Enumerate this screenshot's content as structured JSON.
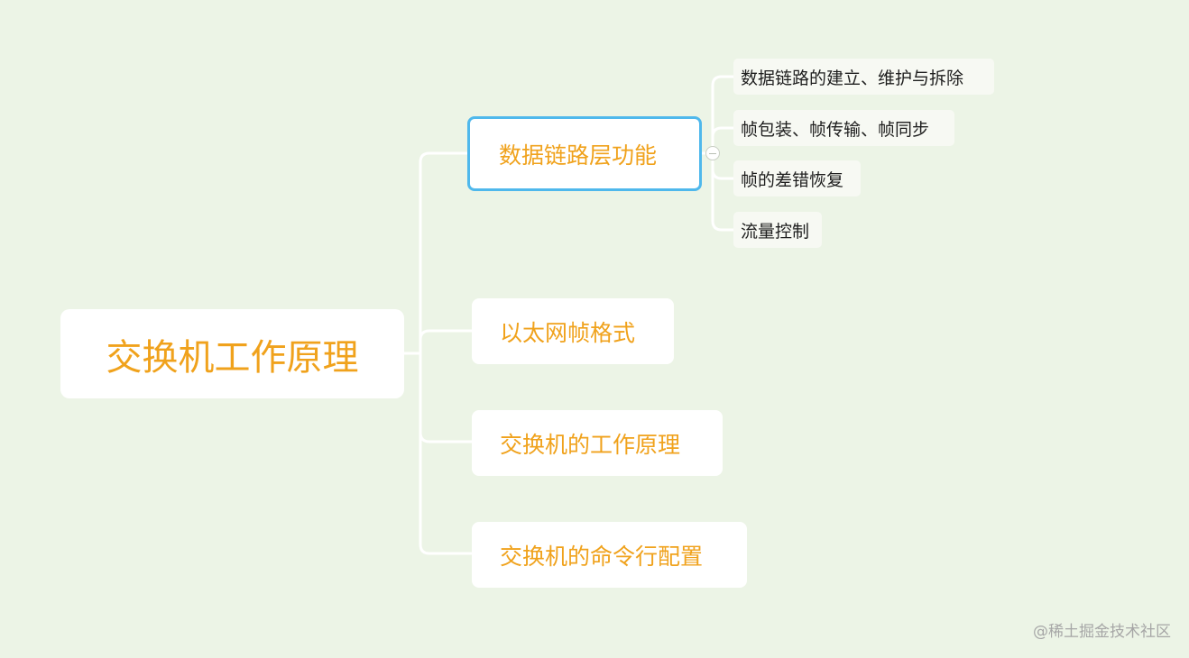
{
  "mindmap": {
    "root": "交换机工作原理",
    "branches": [
      {
        "label": "数据链路层功能",
        "selected": true,
        "children": [
          "数据链路的建立、维护与拆除",
          "帧包装、帧传输、帧同步",
          "帧的差错恢复",
          "流量控制"
        ]
      },
      {
        "label": "以太网帧格式",
        "selected": false,
        "children": []
      },
      {
        "label": "交换机的工作原理",
        "selected": false,
        "children": []
      },
      {
        "label": "交换机的命令行配置",
        "selected": false,
        "children": []
      }
    ]
  },
  "watermark": "@稀土掘金技术社区",
  "colors": {
    "background": "#ecf4e6",
    "topic_text": "#f0a21c",
    "selection_border": "#4fb8ec",
    "connector": "#ffffff"
  }
}
